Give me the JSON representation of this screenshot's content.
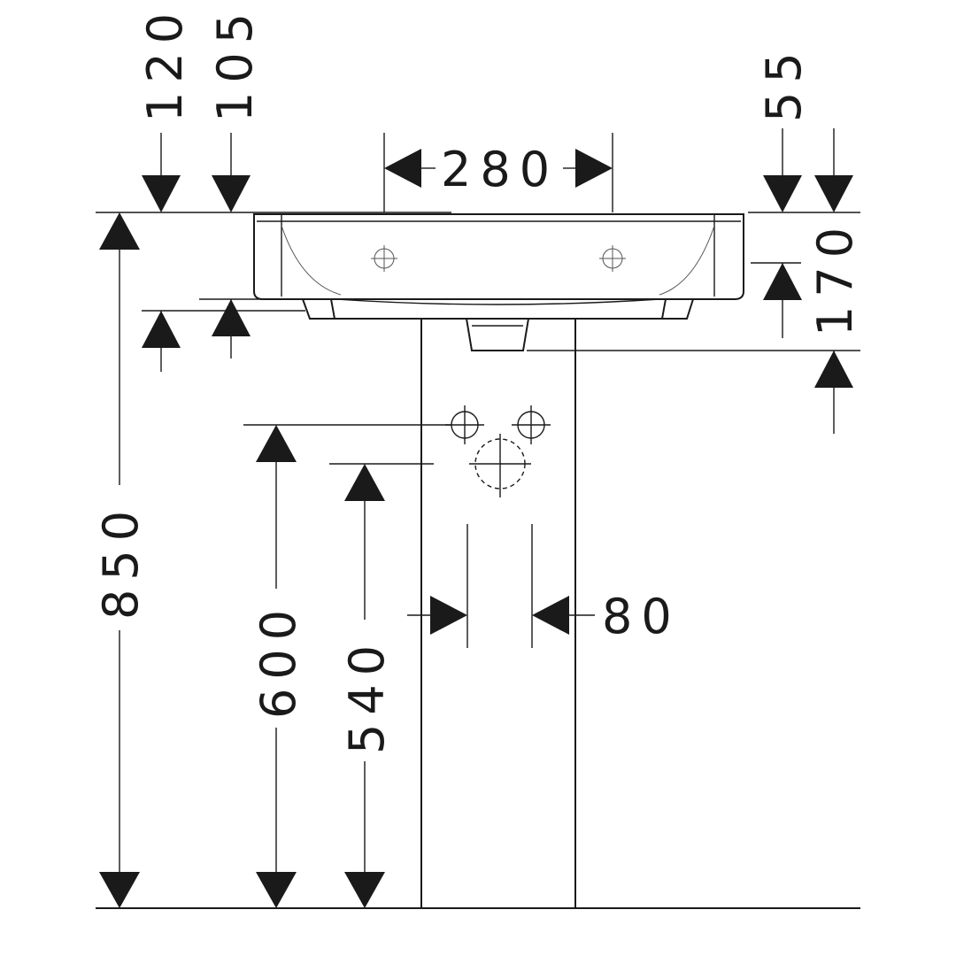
{
  "dimensions": {
    "d120": "120",
    "d105": "105",
    "d280": "280",
    "d55": "55",
    "d170": "170",
    "d850": "850",
    "d600": "600",
    "d540": "540",
    "d80": "80"
  }
}
